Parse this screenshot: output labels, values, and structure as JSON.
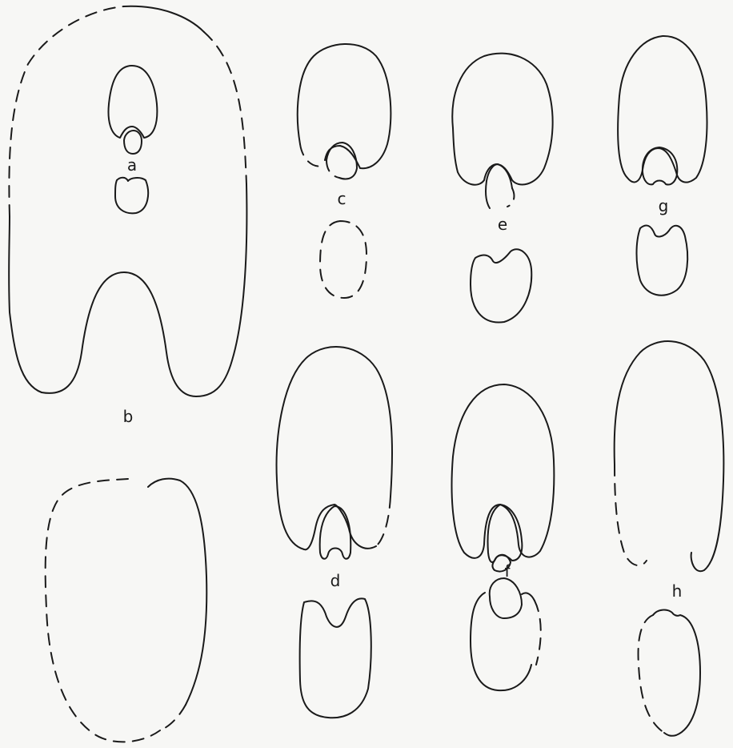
{
  "figure": {
    "labels": {
      "a": "a",
      "b": "b",
      "c": "c",
      "d": "d",
      "e": "e",
      "f": "f",
      "g": "g",
      "h": "h"
    }
  }
}
